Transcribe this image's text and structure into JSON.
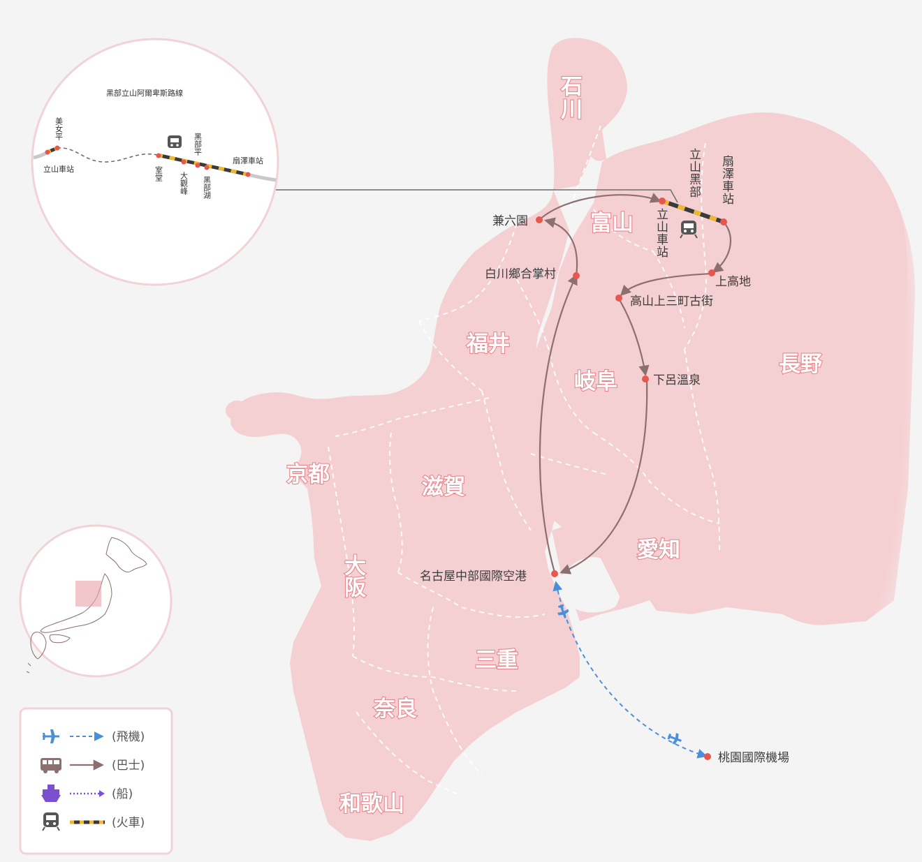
{
  "prefectures": {
    "ishikawa": "石川",
    "toyama": "富山",
    "fukui": "福井",
    "gifu": "岐阜",
    "nagano": "長野",
    "kyoto": "京都",
    "shiga": "滋賀",
    "osaka": "大阪",
    "aichi": "愛知",
    "mie": "三重",
    "nara": "奈良",
    "wakayama": "和歌山"
  },
  "places": {
    "kenrokuen": "兼六園",
    "shirakawa": "白川鄉合掌村",
    "tateyama_kurobe": "立山黑部",
    "tateyama_station": "立山車站",
    "ogizawa_station": "扇澤車站",
    "kamikochi": "上高地",
    "takayama": "高山上三町古街",
    "gero": "下呂溫泉",
    "nagoya_airport": "名古屋中部國際空港",
    "taoyuan_airport": "桃園國際機場"
  },
  "inset": {
    "title": "黑部立山阿爾卑斯路線",
    "bijodaira": "美女平",
    "tateyama_station": "立山車站",
    "murodo": "室堂",
    "daikanbo": "大觀峰",
    "kurobedaira": "黑部平",
    "kurobeko": "黑部湖",
    "ogizawa_station": "扇澤車站"
  },
  "legend": {
    "plane": "(飛機)",
    "bus": "(巴士)",
    "ship": "(船)",
    "train": "(火車)"
  },
  "colors": {
    "land": "#f5d0d3",
    "accent_dot": "#e8574f",
    "bus_route": "#8c7070",
    "plane_route": "#4a90d9",
    "ship_route": "#7a4fd0",
    "train_dark": "#3a3a3a",
    "train_yellow": "#f0b92d"
  },
  "icons": {
    "plane": "plane-icon",
    "bus": "bus-icon",
    "ship": "ship-icon",
    "train": "train-icon"
  }
}
